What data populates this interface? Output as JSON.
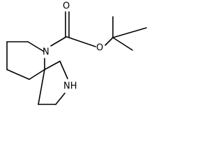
{
  "atoms": {
    "n_piperidine": "N",
    "o_ester": "O",
    "o_carbonyl": "O",
    "nh_pyrrolidine": "NH"
  },
  "colors": {
    "bond": "#000000",
    "label": "#000000",
    "background": "#ffffff"
  }
}
